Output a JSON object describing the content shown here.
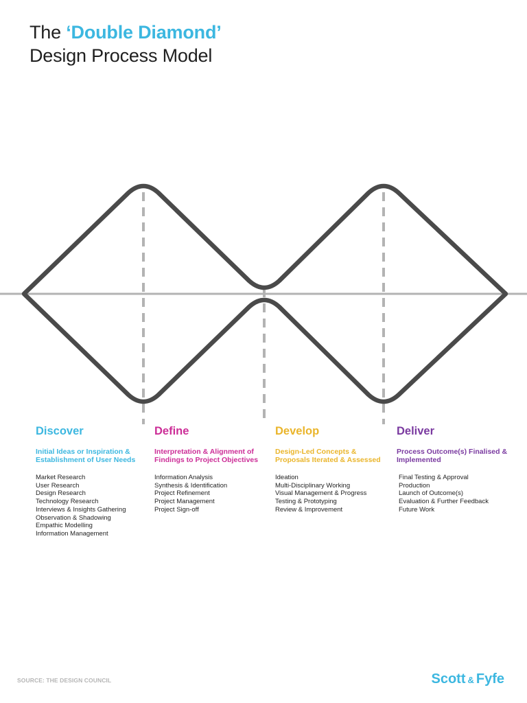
{
  "title": {
    "prefix": "The ",
    "highlight": "‘Double Diamond’",
    "line2": "Design Process Model"
  },
  "colors": {
    "discover": "#3cb7e0",
    "define": "#cc2e97",
    "develop": "#eab52b",
    "deliver": "#7a3aa0",
    "diamond_stroke": "#4a4a4a",
    "axis": "#b3b3b3",
    "divider": "#b3b3b3"
  },
  "phases": [
    {
      "key": "discover",
      "title": "Discover",
      "subtitle": "Initial Ideas or Inspiration & Establishment of User Needs",
      "items": [
        "Market Research",
        "User Research",
        "Design Research",
        "Technology Research",
        "Interviews & Insights Gathering",
        "Observation & Shadowing",
        "Empathic Modelling",
        "Information Management"
      ]
    },
    {
      "key": "define",
      "title": "Define",
      "subtitle": "Interpretation & Alignment of Findings to Project Objectives",
      "items": [
        "Information Analysis",
        "Synthesis & Identification",
        "Project Refinement",
        "Project Management",
        "Project Sign-off"
      ]
    },
    {
      "key": "develop",
      "title": "Develop",
      "subtitle": "Design-Led Concepts & Proposals Iterated & Assessed",
      "items": [
        "Ideation",
        "Multi-Disciplinary Working",
        "Visual Management & Progress",
        "Testing & Prototyping",
        "Review & Improvement"
      ]
    },
    {
      "key": "deliver",
      "title": "Deliver",
      "subtitle": "Process Outcome(s) Finalised & Implemented",
      "items": [
        "Final Testing & Approval",
        "Production",
        "Launch of Outcome(s)",
        "Evaluation & Further Feedback",
        "Future Work"
      ]
    }
  ],
  "source": "SOURCE: THE DESIGN COUNCIL",
  "brand": {
    "name1": "Scott",
    "amp": "&",
    "name2": "Fyfe",
    "color": "#3cb7e0"
  }
}
